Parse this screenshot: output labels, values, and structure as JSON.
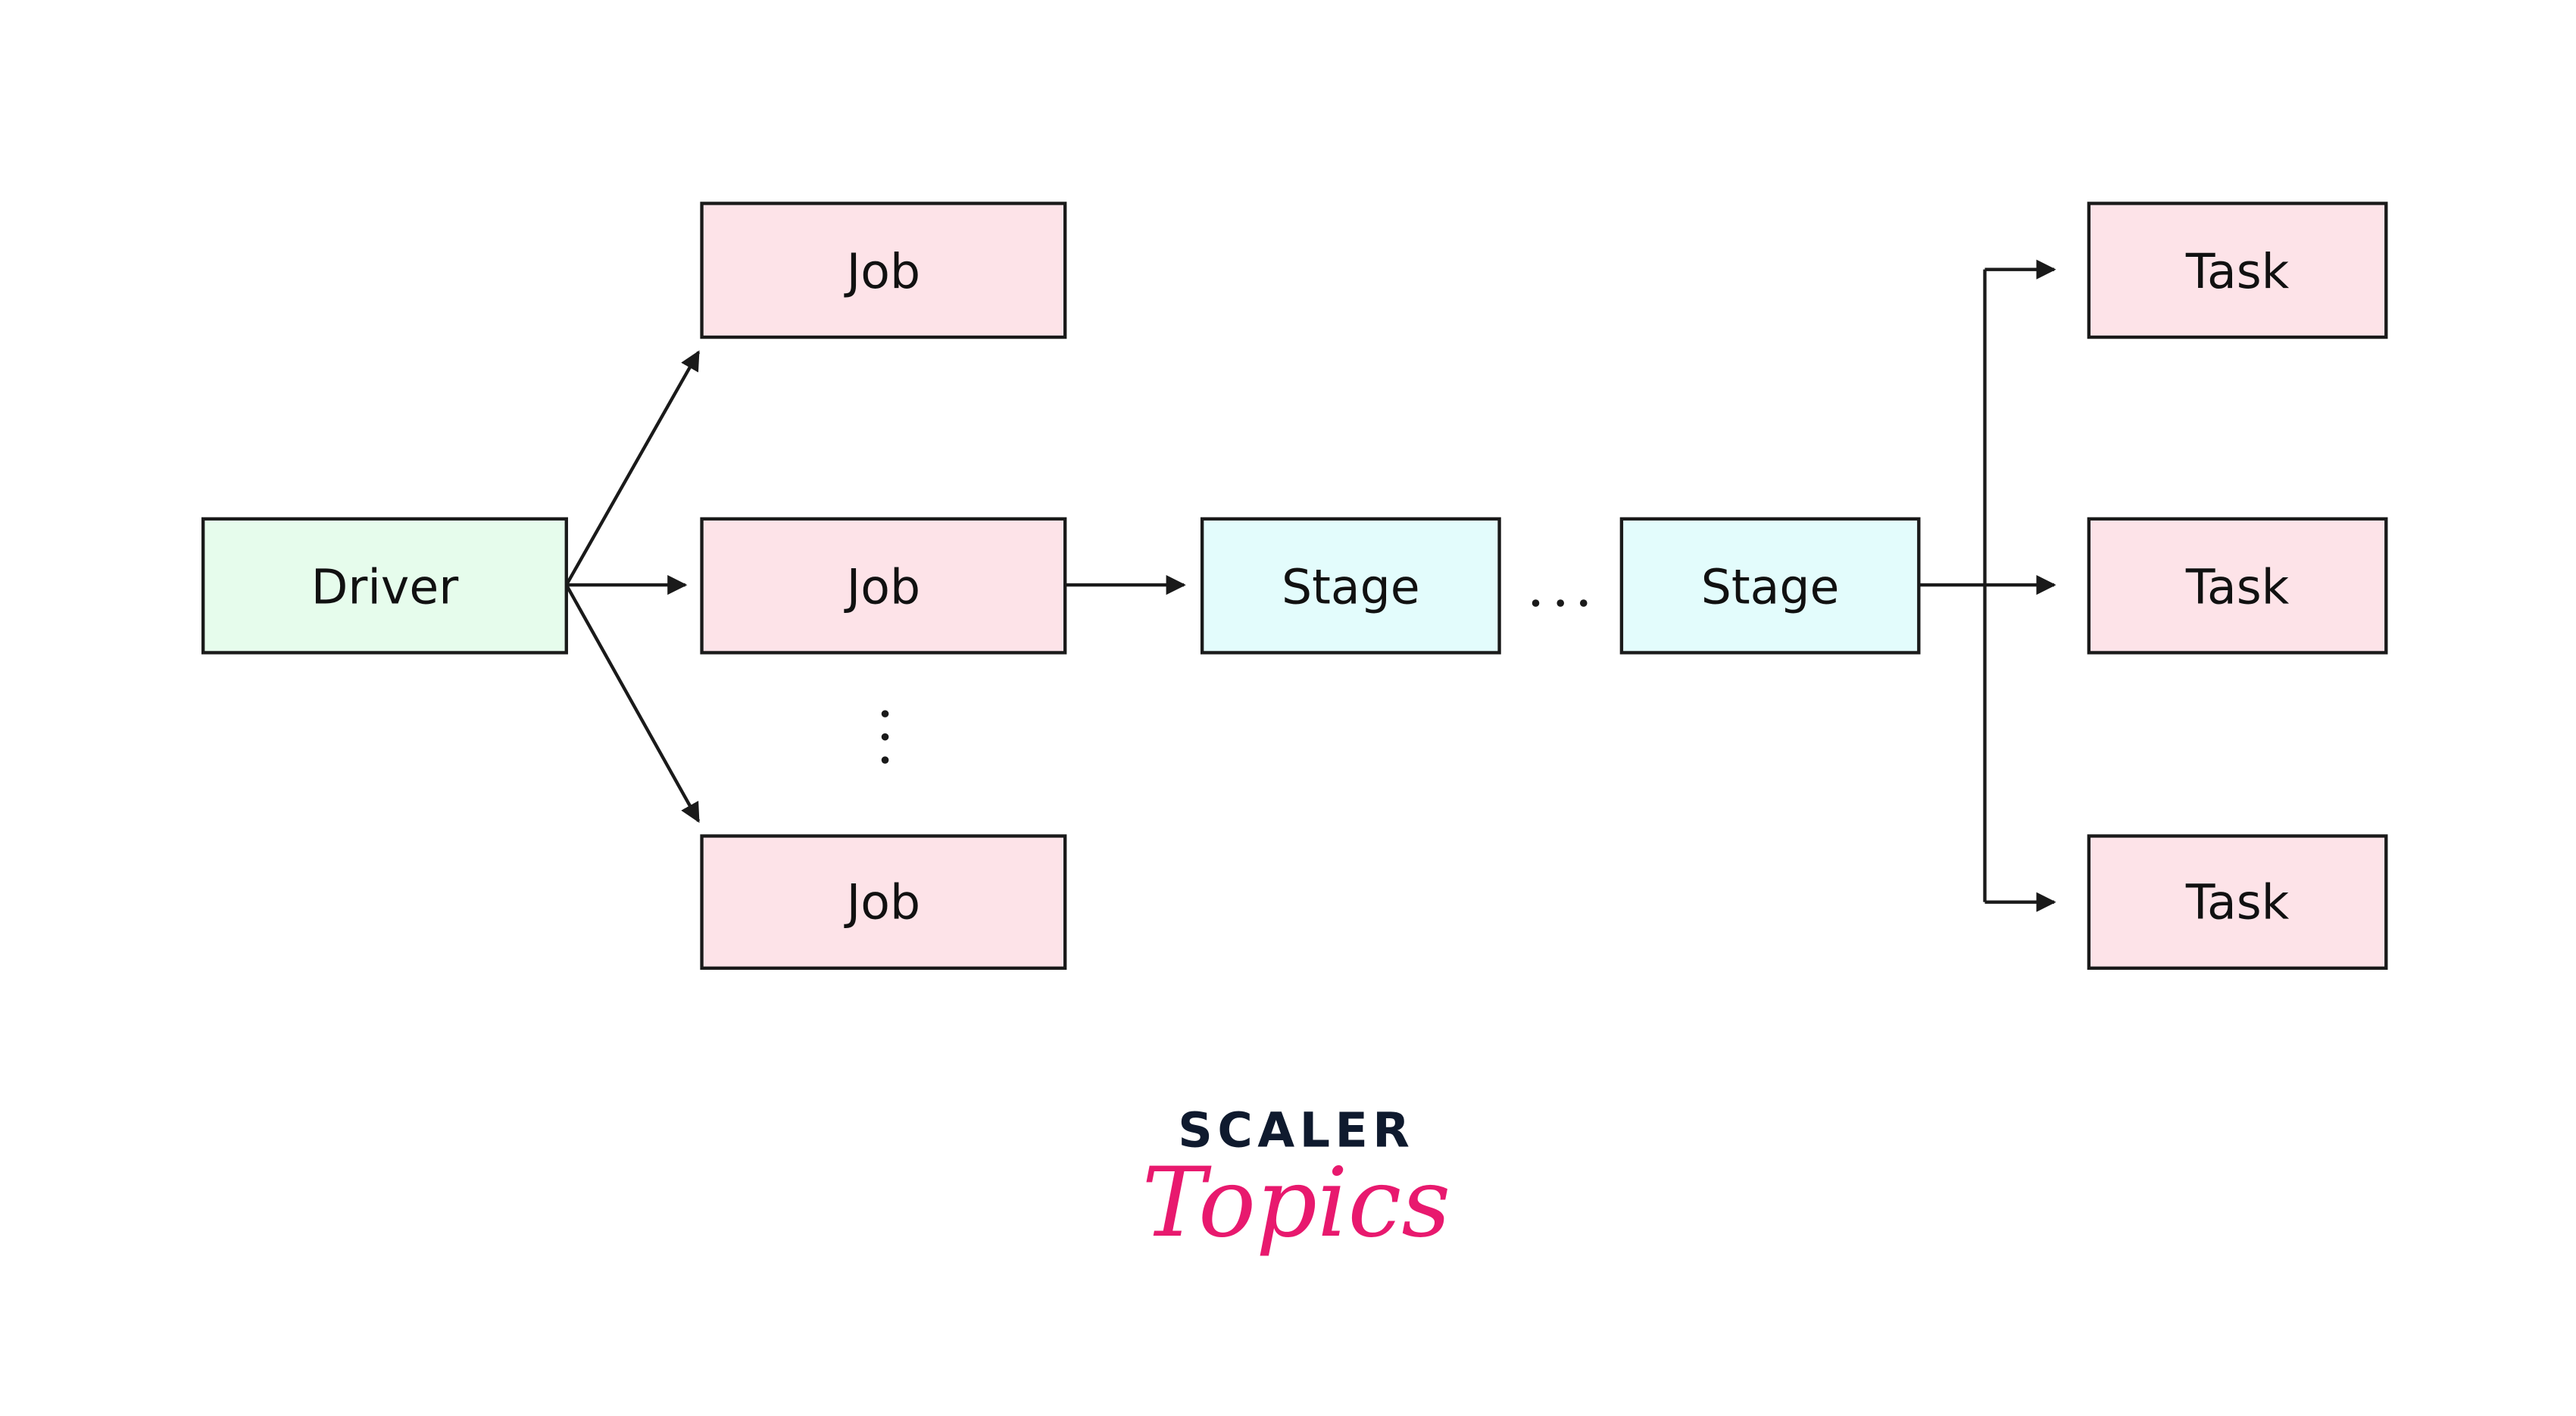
{
  "nodes": {
    "driver": "Driver",
    "job_1": "Job",
    "job_2": "Job",
    "job_3": "Job",
    "stage_1": "Stage",
    "stage_2": "Stage",
    "task_1": "Task",
    "task_2": "Task",
    "task_3": "Task"
  },
  "ellipsis_horizontal": "…",
  "colors": {
    "driver_fill": "#e6fcec",
    "job_fill": "#fde3e8",
    "stage_fill": "#e3fcfc",
    "task_fill": "#fde3e8",
    "logo_dark": "#0f1a2e",
    "logo_pink": "#e8196e"
  },
  "logo": {
    "line1": "SCALER",
    "line2": "Topics"
  }
}
